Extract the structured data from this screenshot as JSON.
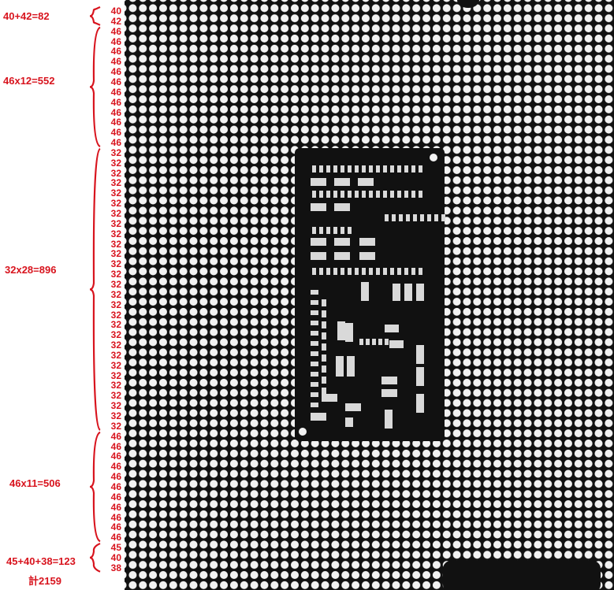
{
  "colors": {
    "annotation": "#d8141e",
    "pin_pad": "#f2f2f2",
    "substrate": "#111111",
    "component": "#d9d9d9"
  },
  "rows": [
    "40",
    "42",
    "46",
    "46",
    "46",
    "46",
    "46",
    "46",
    "46",
    "46",
    "46",
    "46",
    "46",
    "46",
    "32",
    "32",
    "32",
    "32",
    "32",
    "32",
    "32",
    "32",
    "32",
    "32",
    "32",
    "32",
    "32",
    "32",
    "32",
    "32",
    "32",
    "32",
    "32",
    "32",
    "32",
    "32",
    "32",
    "32",
    "32",
    "32",
    "32",
    "32",
    "46",
    "46",
    "46",
    "46",
    "46",
    "46",
    "46",
    "46",
    "46",
    "46",
    "46",
    "45",
    "40",
    "38"
  ],
  "groups": [
    {
      "label": "40+42=82",
      "first_row": 0,
      "last_row": 1
    },
    {
      "label": "46x12=552",
      "first_row": 2,
      "last_row": 13
    },
    {
      "label": "32x28=896",
      "first_row": 14,
      "last_row": 41
    },
    {
      "label": "46x11=506",
      "first_row": 42,
      "last_row": 52
    },
    {
      "label": "45+40+38=123",
      "first_row": 53,
      "last_row": 55
    }
  ],
  "total": "計2159"
}
